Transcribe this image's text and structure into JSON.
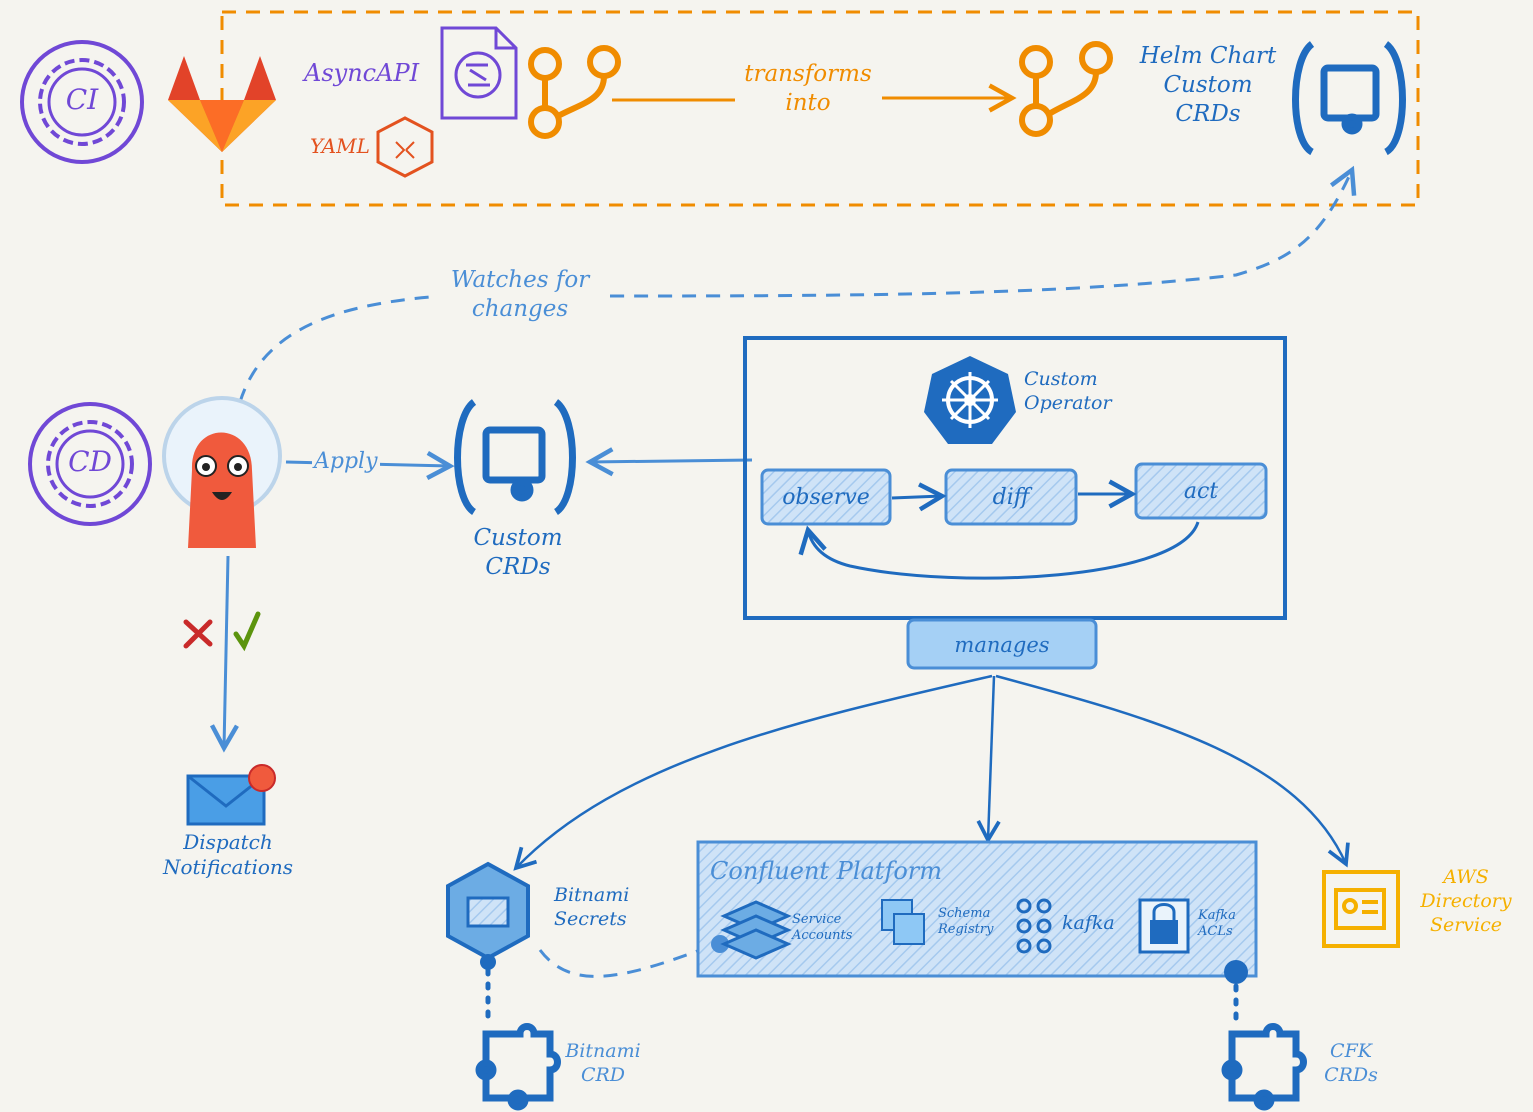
{
  "ci": {
    "ci_badge": "CI",
    "asyncapi_label": "AsyncAPI",
    "yaml_label": "YAML",
    "transform_label": "transforms\ninto",
    "helm_label": "Helm Chart\nCustom\nCRDs"
  },
  "cd": {
    "cd_badge": "CD",
    "watch_label": "Watches for\nchanges",
    "apply_label": "Apply",
    "custom_crds_label": "Custom\nCRDs",
    "dispatch_label": "Dispatch\nNotifications"
  },
  "operator": {
    "title": "Custom\nOperator",
    "steps": [
      "observe",
      "diff",
      "act"
    ],
    "manages_label": "manages"
  },
  "managed": {
    "bitnami_secrets_label": "Bitnami\nSecrets",
    "confluent_title": "Confluent Platform",
    "confluent_items": [
      "Service\nAccounts",
      "Schema\nRegistry",
      "kafka",
      "Kafka\nACLs"
    ],
    "aws_label": "AWS\nDirectory\nService",
    "bitnami_crd_label": "Bitnami\nCRD",
    "cfk_crds_label": "CFK\nCRDs"
  },
  "colors": {
    "purple": "#7048d6",
    "orange": "#f08c00",
    "blue": "#1f6bbf",
    "light_blue": "#a5d0f5",
    "gitlab_orange": "#e24329",
    "argo_red": "#f05a3d",
    "yellow": "#f5b000"
  },
  "icons": [
    "ci-gear-icon",
    "gitlab-icon",
    "asyncapi-file-icon",
    "yaml-code-icon",
    "git-branch-icon",
    "crd-puzzle-icon",
    "cd-gear-icon",
    "argo-octopus-icon",
    "kubernetes-helm-icon",
    "envelope-icon",
    "fail-cross-icon",
    "success-check-icon",
    "bitnami-secrets-icon",
    "service-accounts-icon",
    "schema-registry-icon",
    "kafka-icon",
    "lock-icon",
    "aws-directory-icon"
  ]
}
